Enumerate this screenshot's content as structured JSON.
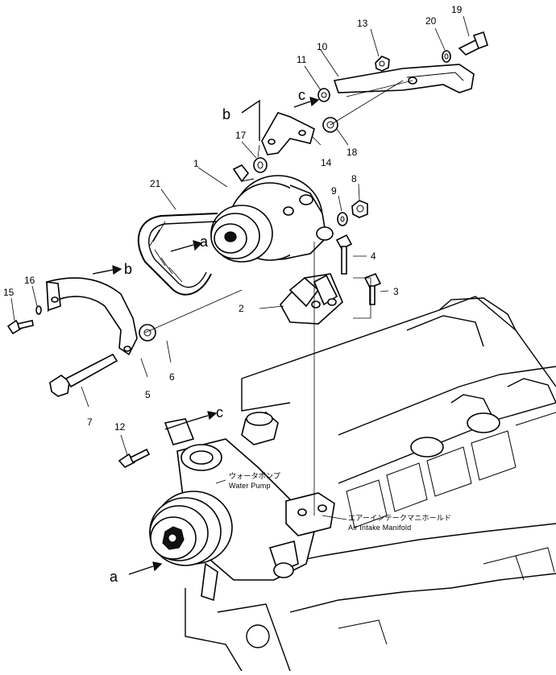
{
  "diagram": {
    "callouts": {
      "c1": "1",
      "c2": "2",
      "c3": "3",
      "c4": "4",
      "c5": "5",
      "c6": "6",
      "c7": "7",
      "c8": "8",
      "c9": "9",
      "c10": "10",
      "c11": "11",
      "c12": "12",
      "c13": "13",
      "c14": "14",
      "c15": "15",
      "c16": "16",
      "c17": "17",
      "c18": "18",
      "c19": "19",
      "c20": "20",
      "c21": "21"
    },
    "view_letters": {
      "a_top": "a",
      "a_bottom": "a",
      "b_top": "b",
      "b_mid": "b",
      "c_top": "c",
      "c_bottom": "c"
    },
    "notes": {
      "water_pump_jp": "ウォータポンプ",
      "water_pump_en": "Water Pump",
      "intake_jp": "エアーインテークマニホールド",
      "intake_en": "Air Intake Manifold"
    }
  }
}
